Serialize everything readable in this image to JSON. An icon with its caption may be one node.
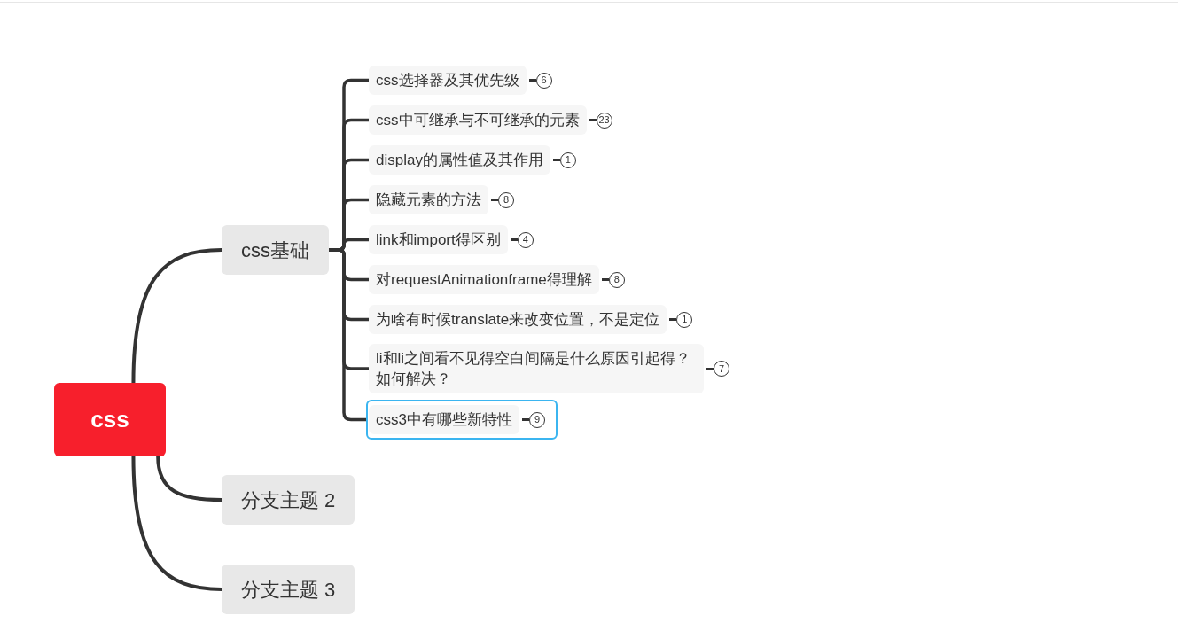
{
  "diagram": {
    "nodes": [
      {
        "text": [
          "css"
        ]
      },
      {
        "text": [
          "css基础"
        ]
      },
      {
        "text": [
          "css选择器及其优先级"
        ],
        "beside": [
          "6"
        ]
      },
      {
        "text": [
          "css中可继承与不可继承的元素"
        ],
        "beside": [
          "23"
        ]
      },
      {
        "text": [
          "display的属性值及其作用"
        ],
        "beside": [
          "1"
        ]
      },
      {
        "text": [
          "隐藏元素的方法"
        ],
        "beside": [
          "8"
        ]
      },
      {
        "text": [
          "link和import得区别"
        ],
        "beside": [
          "4"
        ]
      },
      {
        "text": [
          "对requestAnimationframe得理解"
        ],
        "beside": [
          "8"
        ]
      },
      {
        "text": [
          "为啥有时候translate来改变位置，不是定位"
        ],
        "beside": [
          "1"
        ]
      },
      {
        "text": [
          "li和li之间看不见得空白间隔是什么原因引起得？如何解决？"
        ],
        "beside": [
          "7"
        ]
      },
      {
        "text": [
          "css3中有哪些新特性"
        ],
        "beside": [
          "9"
        ]
      },
      {
        "text": [
          "分支主题 2"
        ]
      },
      {
        "text": [
          "分支主题 3"
        ]
      }
    ],
    "edges": [
      {
        "from": 0,
        "to": 1,
        "arrow": "none"
      },
      {
        "from": 0,
        "to": 11,
        "arrow": "none"
      },
      {
        "from": 0,
        "to": 12,
        "arrow": "none"
      },
      {
        "from": 1,
        "to": 2,
        "arrow": "none"
      },
      {
        "from": 1,
        "to": 3,
        "arrow": "none"
      },
      {
        "from": 1,
        "to": 4,
        "arrow": "none"
      },
      {
        "from": 1,
        "to": 5,
        "arrow": "none"
      },
      {
        "from": 1,
        "to": 6,
        "arrow": "none"
      },
      {
        "from": 1,
        "to": 7,
        "arrow": "none"
      },
      {
        "from": 1,
        "to": 8,
        "arrow": "none"
      },
      {
        "from": 1,
        "to": 9,
        "arrow": "none"
      },
      {
        "from": 1,
        "to": 10,
        "arrow": "none"
      }
    ]
  }
}
